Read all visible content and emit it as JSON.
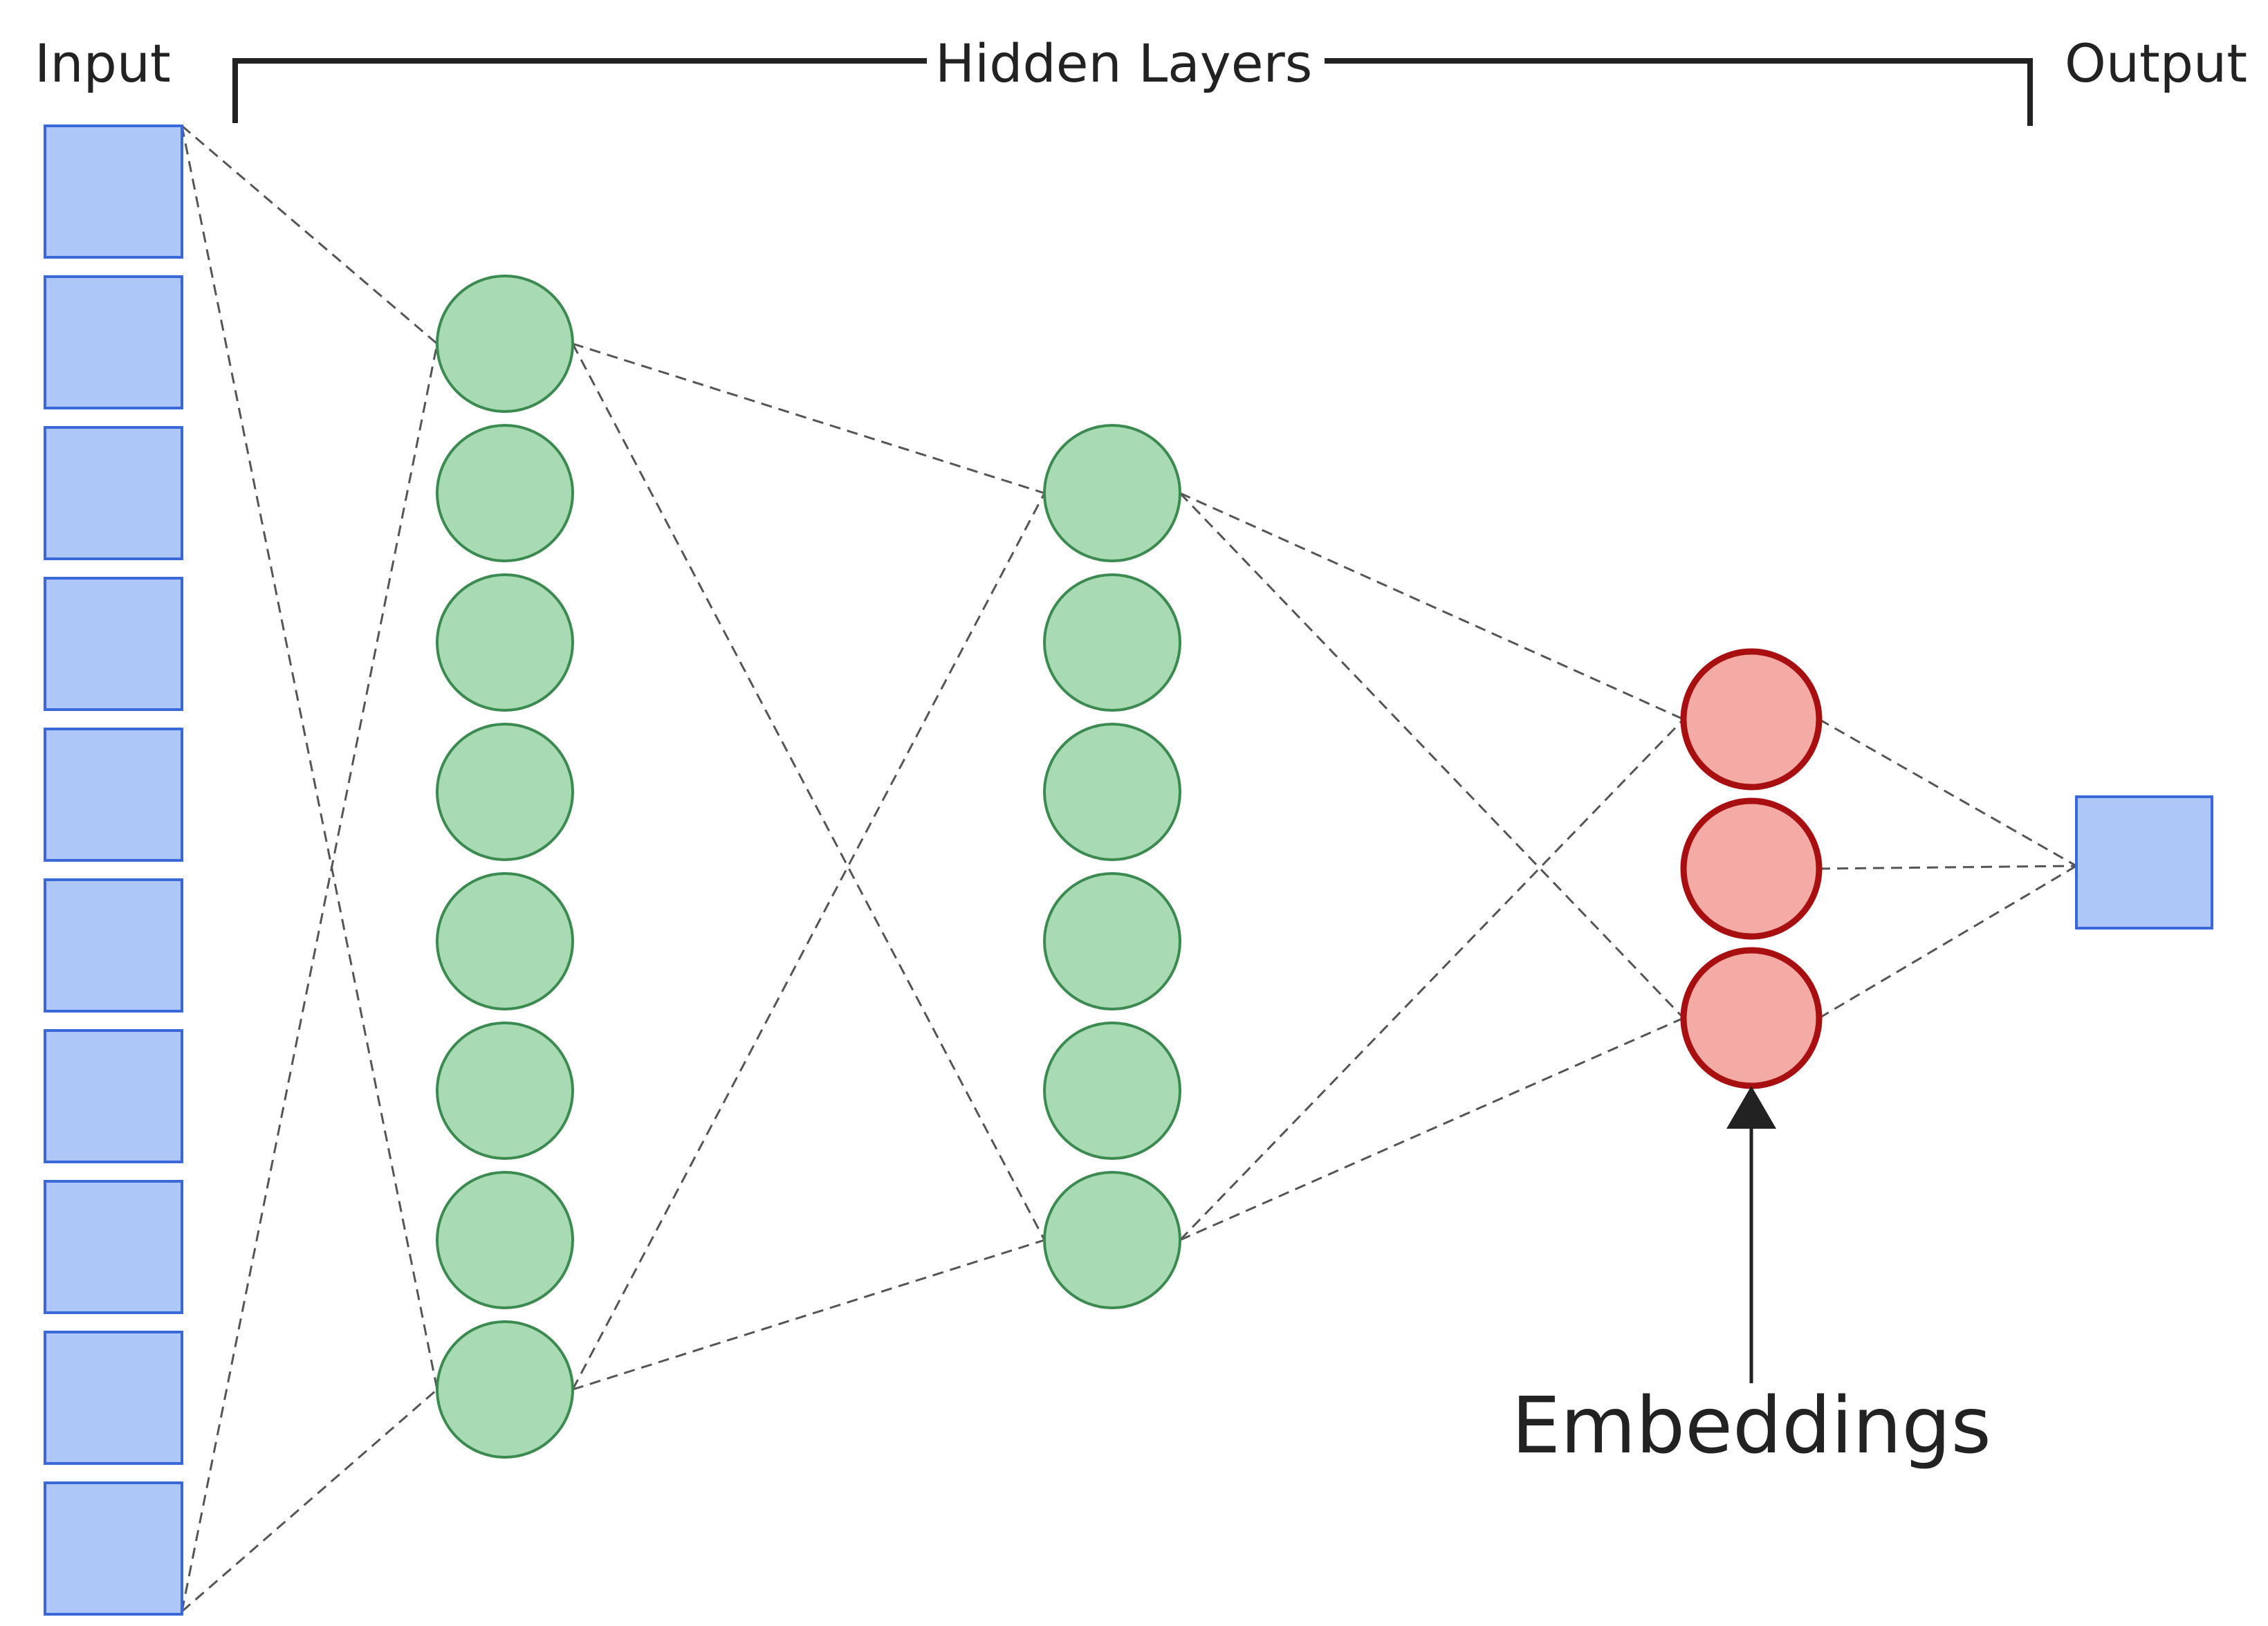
{
  "labels": {
    "input": "Input",
    "hidden": "Hidden Layers",
    "output": "Output",
    "embeddings": "Embeddings"
  },
  "colors": {
    "input_fill": "#adc8f8",
    "input_stroke": "#3a68d8",
    "hidden_fill": "#a8dab4",
    "hidden_stroke": "#3b8a50",
    "embed_fill": "#f4aaa5",
    "embed_stroke": "#a80f10",
    "line": "#555555"
  },
  "layers": {
    "input_count": 10,
    "hidden1_count": 8,
    "hidden2_count": 6,
    "embedding_count": 3,
    "output_count": 1
  }
}
